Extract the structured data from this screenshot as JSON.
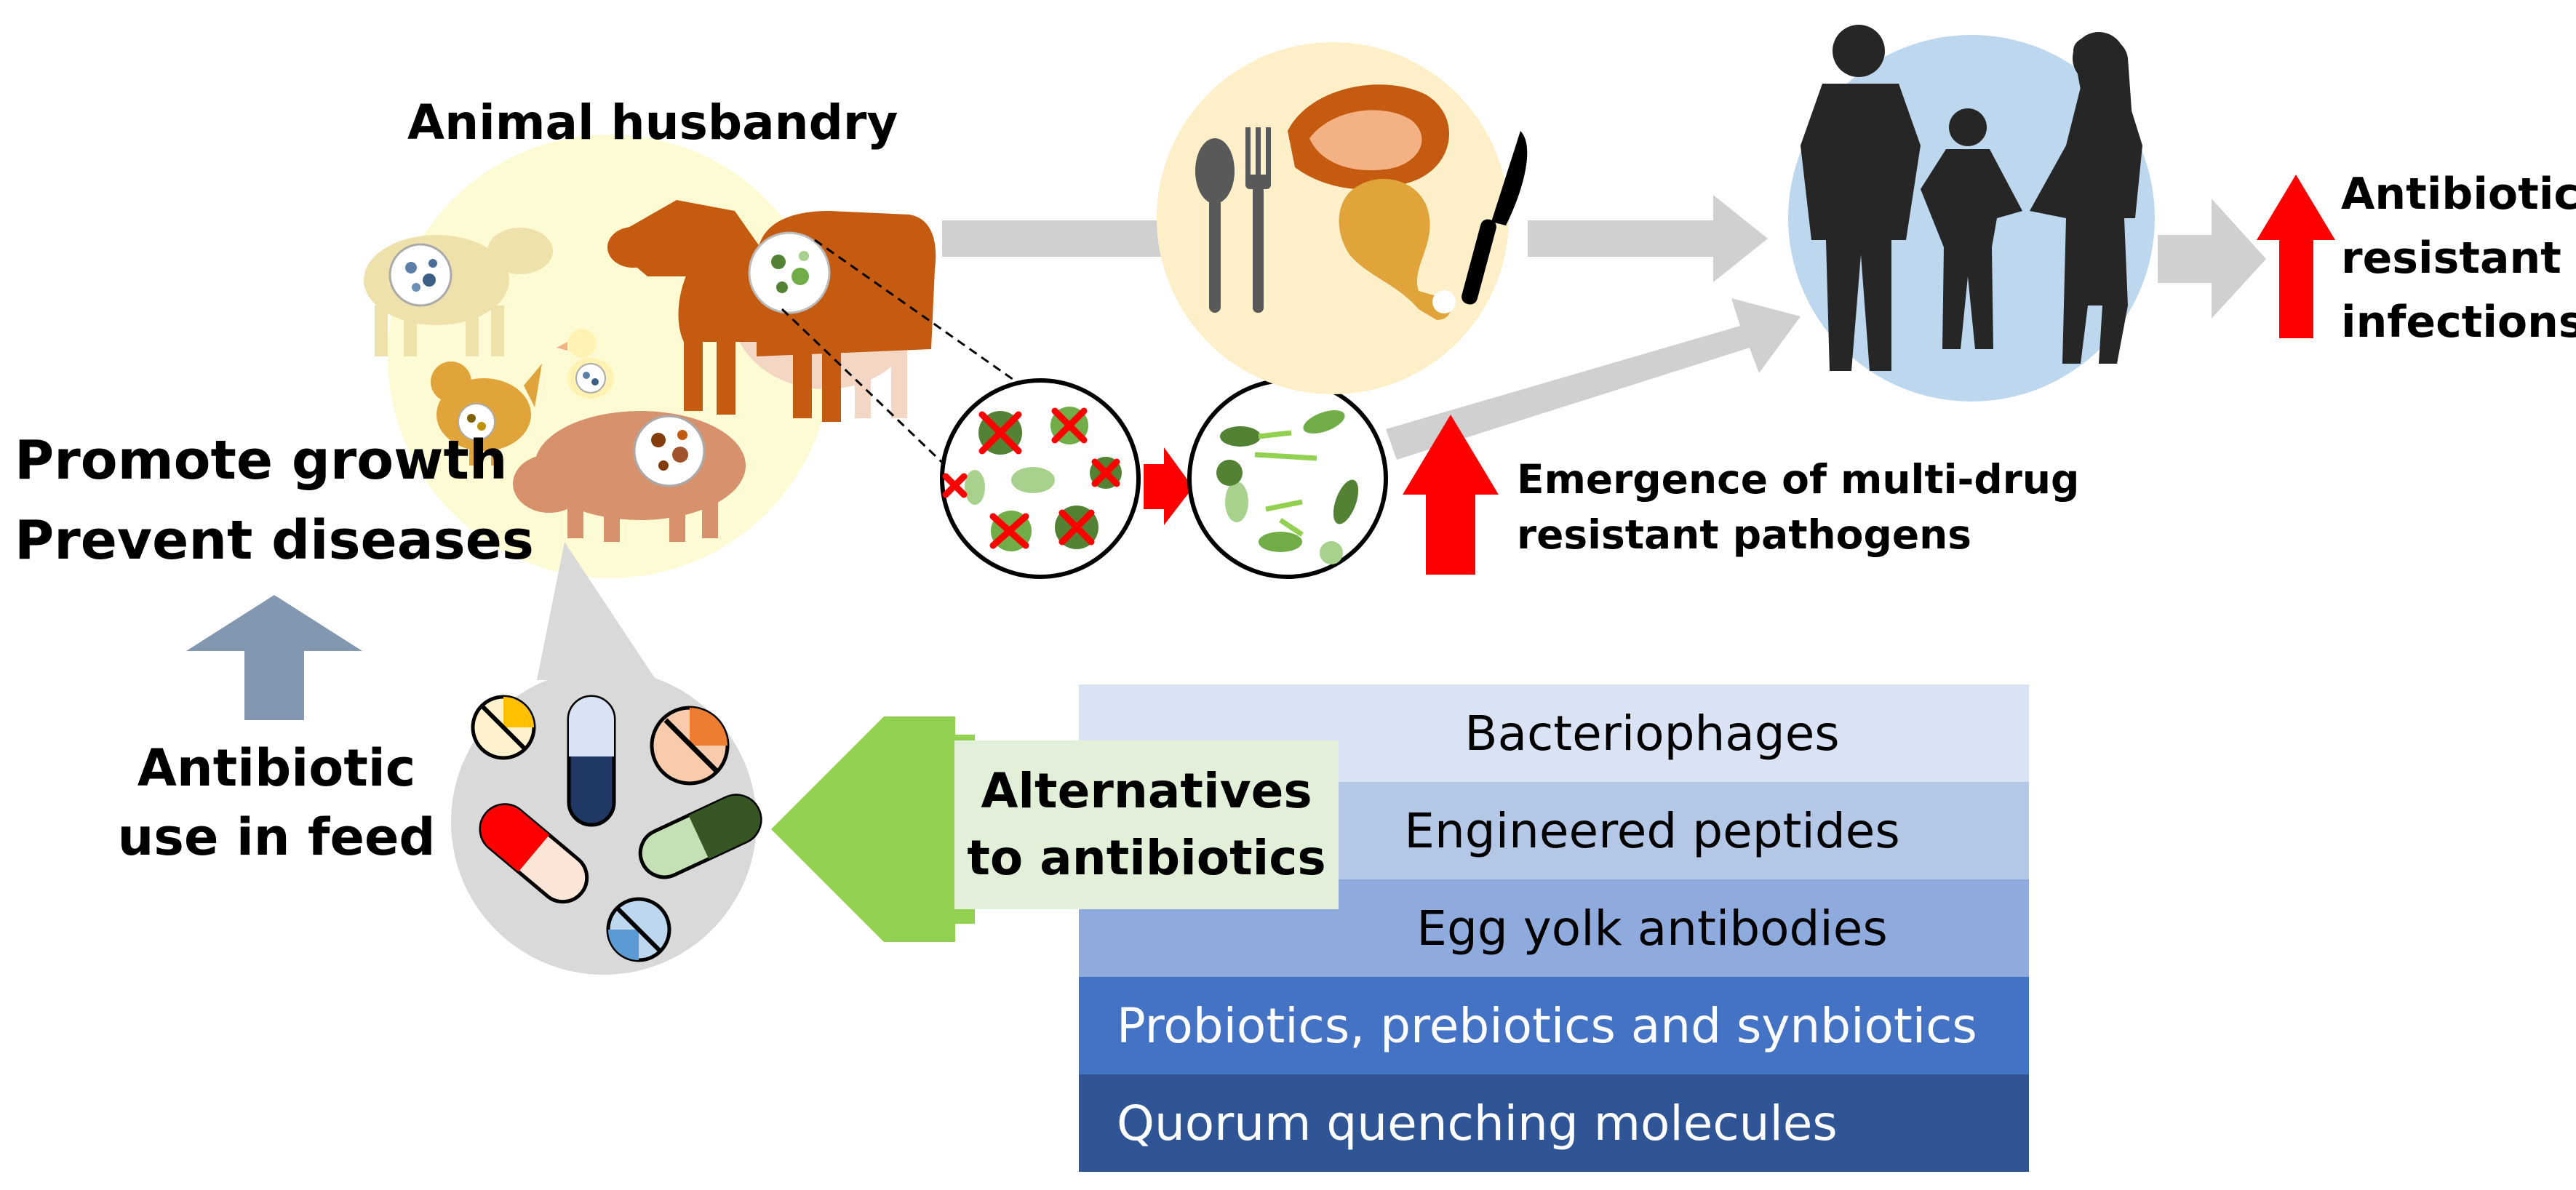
{
  "title": "Animal husbandry",
  "left_labels": {
    "promote_growth": "Promote growth",
    "prevent_diseases": "Prevent diseases",
    "antibiotic": "Antibiotic",
    "use_in_feed": "use in feed"
  },
  "emergence": {
    "line1": "Emergence of multi-drug",
    "line2": "resistant pathogens"
  },
  "outcome": {
    "line1": "Antibiotic",
    "line2": "resistant",
    "line3": "infections"
  },
  "alternatives_box": {
    "line1": "Alternatives",
    "line2": "to antibiotics"
  },
  "alternatives": [
    {
      "label": "Bacteriophages",
      "color": "#dae3f3",
      "text_color": "#000000"
    },
    {
      "label": "Engineered peptides",
      "color": "#b4c7e7",
      "text_color": "#000000"
    },
    {
      "label": "Egg yolk antibodies",
      "color": "#8faadc",
      "text_color": "#000000"
    },
    {
      "label": "Probiotics, prebiotics and synbiotics",
      "color": "#4472c4",
      "text_color": "#ffffff"
    },
    {
      "label": "Quorum quenching molecules",
      "color": "#2f5597",
      "text_color": "#ffffff"
    }
  ],
  "colors": {
    "flow_arrow": "#d0d0d0",
    "red_arrow": "#ff0000",
    "green_arrow": "#92d050",
    "blue_arrow": "#8497b0",
    "husbandry_circle": "#fdfbd3",
    "food_circle": "#fdefc8",
    "people_circle": "#bdd7ee",
    "pills_circle": "#d9d9d9"
  },
  "icons": [
    "sheep-icon",
    "cow-icon",
    "chicken-icon",
    "duck-icon",
    "pig-icon",
    "bacteria-icon",
    "spoon-icon",
    "fork-icon",
    "steak-icon",
    "drumstick-icon",
    "knife-icon",
    "family-silhouette-icon",
    "pill-icon",
    "capsule-icon"
  ]
}
